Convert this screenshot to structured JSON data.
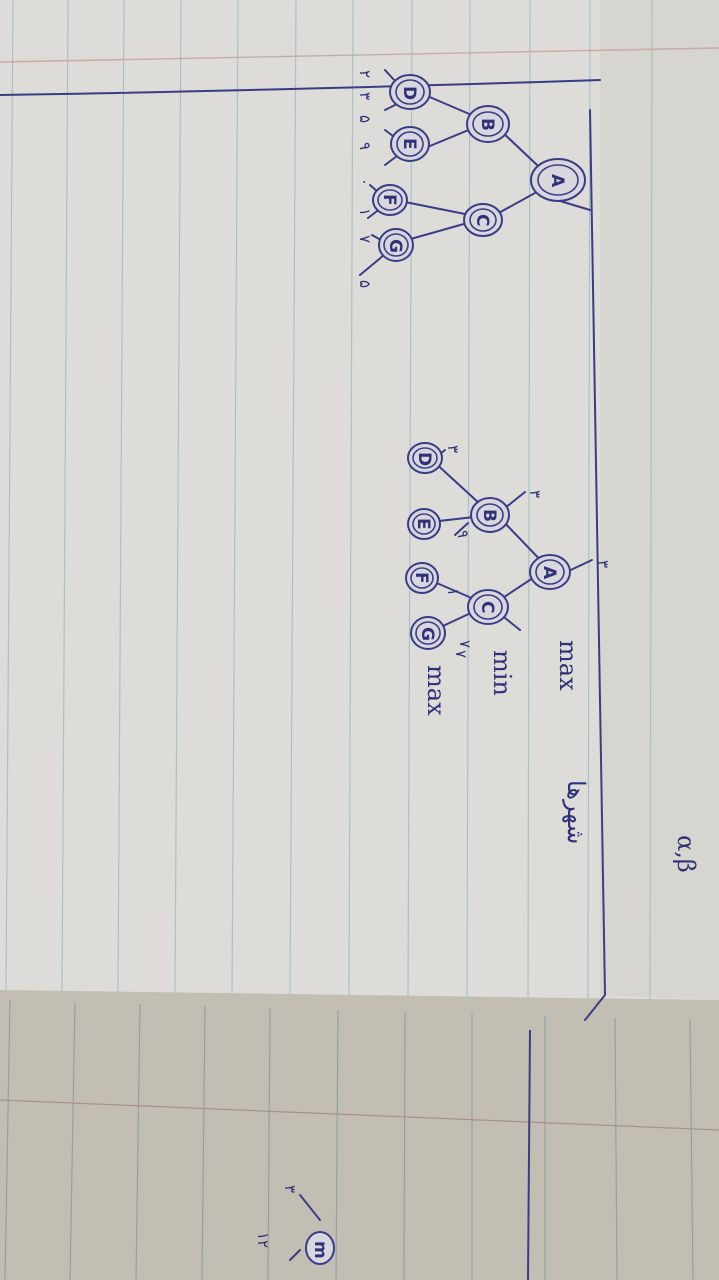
{
  "colors": {
    "paper": "#dcdbd7",
    "paper_shadow": "#bdb9b1",
    "rule_line": "#9fb9c4",
    "margin_line": "#c9a5a5",
    "ink": "#3a3d86"
  },
  "header": {
    "title": "α,β",
    "subtitle": "شهرها",
    "level_max": "max",
    "level_min": "min",
    "level_max2": "max"
  },
  "tree_labeled": {
    "nodes": [
      "A",
      "B",
      "C",
      "D",
      "E",
      "F",
      "G"
    ],
    "value_A": "٣",
    "value_B": "٣",
    "value_C": "٧",
    "value_D": "٣",
    "value_E": "٩",
    "value_F": "١",
    "value_G": "٧"
  },
  "tree_leaves": {
    "nodes": [
      "A",
      "B",
      "C",
      "D",
      "E",
      "F",
      "G"
    ],
    "leaf_values": [
      "٢",
      "٣",
      "۵",
      "٩",
      "۰",
      "١",
      "٧",
      "۵"
    ]
  },
  "corner": {
    "node": "m",
    "values": [
      "٣",
      "١٢"
    ]
  }
}
